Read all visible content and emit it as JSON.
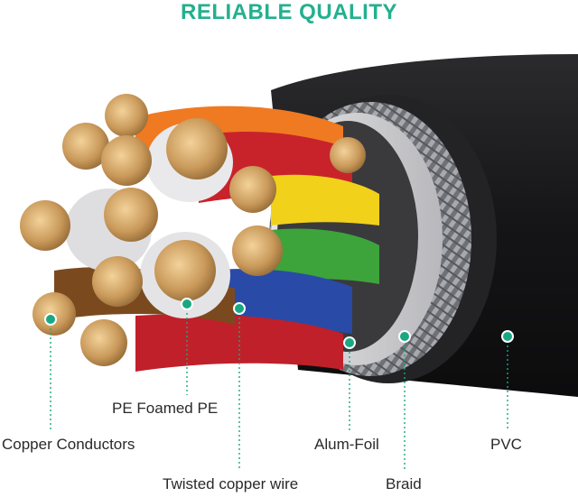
{
  "title": "RELIABLE QUALITY",
  "labels": {
    "pe_foamed": "PE Foamed PE",
    "copper_conductors": "Copper Conductors",
    "alum_foil": "Alum-Foil",
    "pvc": "PVC",
    "twisted_copper": "Twisted copper wire",
    "braid": "Braid"
  },
  "colors": {
    "accent": "#1aa882",
    "title": "#23b08e",
    "jacket": "#1c1c1e",
    "copper": "#c9995a",
    "foil": "#cfcfd2",
    "braid": "#8d8f94"
  }
}
